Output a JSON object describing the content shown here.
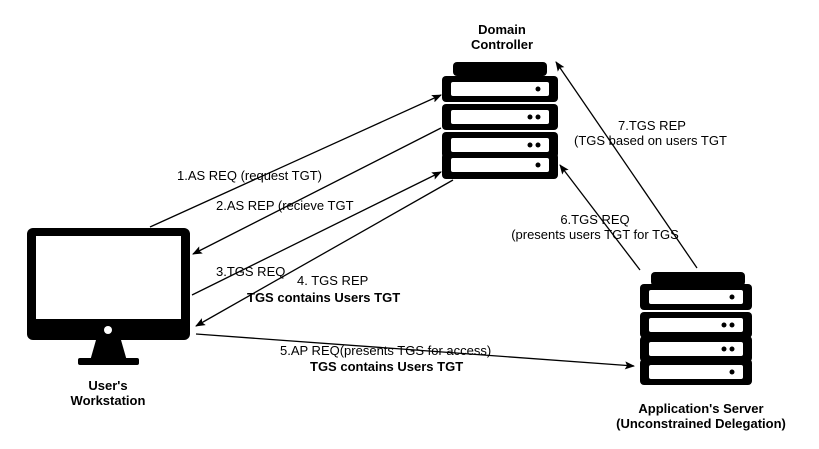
{
  "nodes": {
    "domain_controller": {
      "line1": "Domain",
      "line2": "Controller"
    },
    "workstation": {
      "line1": "User's",
      "line2": "Workstation"
    },
    "app_server": {
      "line1": "Application's Server",
      "line2": "(Unconstrained Delegation)"
    }
  },
  "messages": {
    "m1": "1.AS REQ (request TGT)",
    "m2": "2.AS REP (recieve TGT",
    "m3": "3.TGS REQ",
    "m4": "4. TGS REP",
    "m4_note": "TGS contains Users TGT",
    "m5": "5.AP REQ(presents TGS for access)",
    "m5_note": "TGS contains Users TGT",
    "m6_line1": "6.TGS REQ",
    "m6_line2": "(presents users TGT for TGS",
    "m7_line1": "7.TGS REP",
    "m7_line2": "(TGS based on users TGT"
  },
  "colors": {
    "ink": "#000000",
    "background": "#ffffff"
  }
}
